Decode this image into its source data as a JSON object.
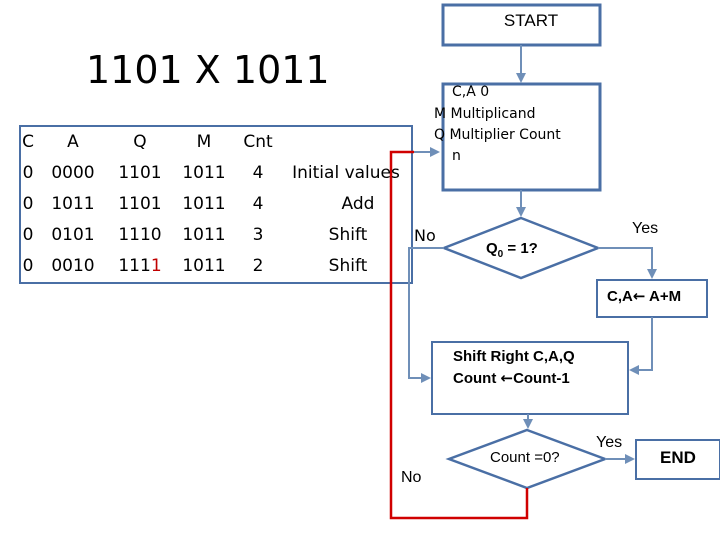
{
  "title": "1101 X 1011",
  "table": {
    "headers": [
      "C",
      "A",
      "Q",
      "M",
      "Cnt",
      ""
    ],
    "rows": [
      {
        "C": "0",
        "A": "0000",
        "Q": "1101",
        "M": "1011",
        "Cnt": "4",
        "note": "Initial values"
      },
      {
        "C": "0",
        "A": "1011",
        "Q": "1101",
        "M": "1011",
        "Cnt": "4",
        "note": "Add"
      },
      {
        "C": "0",
        "A": "0101",
        "Q": "1110",
        "M": "1011",
        "Cnt": "3",
        "note": "Shift"
      },
      {
        "C": "0",
        "A": "0010",
        "Q_black": "111",
        "Q_red": "1",
        "M": "1011",
        "Cnt": "2",
        "note": "Shift"
      }
    ]
  },
  "flowchart": {
    "start": "START",
    "init": [
      "C,A    0",
      "M Multiplicand",
      "Q  Multiplier Count",
      "n"
    ],
    "decision1": {
      "label": "Q",
      "sub": "0",
      "rest": " = 1?"
    },
    "yes1": "Yes",
    "no1": "No",
    "add_step": "C,A",
    "add_step_rest": " A+M",
    "shift": [
      "Shift Right C,A,Q",
      "Count ",
      "Count-1"
    ],
    "decision2": "Count =0?",
    "yes2": "Yes",
    "no2": "No",
    "end": "END"
  },
  "colors": {
    "box_border": "#4a6fa5",
    "arrow": "#6f8fb8",
    "loop": "#d00000",
    "bit_highlight": "#c00000"
  }
}
